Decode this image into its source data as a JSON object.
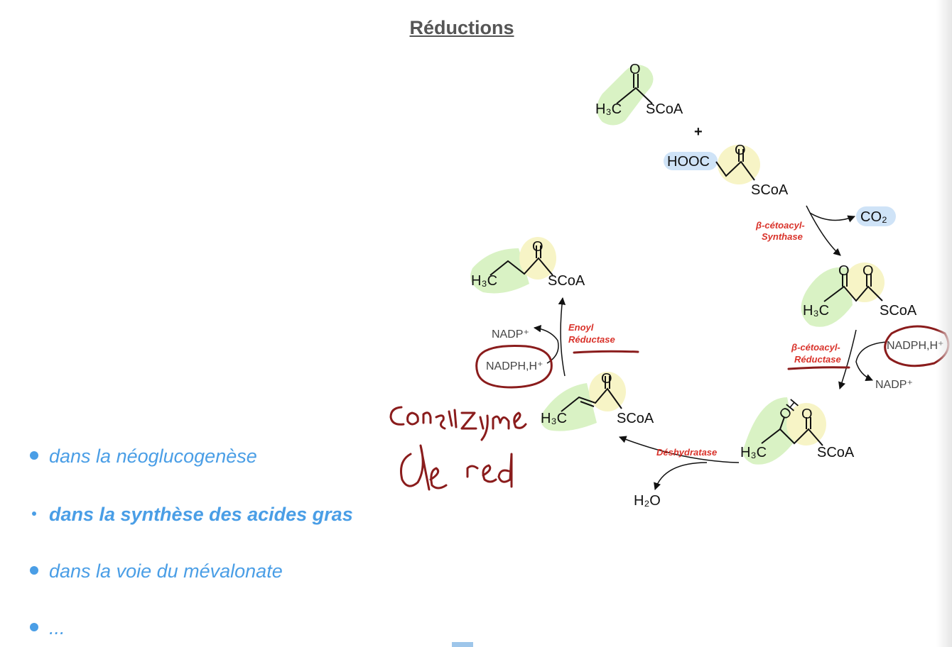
{
  "title": "Réductions",
  "bullets": [
    {
      "text": "dans la néoglucogenèse",
      "bold": false
    },
    {
      "text": "dans la synthèse des acides gras",
      "bold": true
    },
    {
      "text": "dans la voie du mévalonate",
      "bold": false
    },
    {
      "text": "...",
      "bold": false
    }
  ],
  "scheme": {
    "acetyl": {
      "left": "H₃C",
      "right": "SCoA",
      "oxygen": "O"
    },
    "plus": "+",
    "malonyl": {
      "left": "HOOC",
      "right": "SCoA",
      "oxygen": "O"
    },
    "co2": "CO₂",
    "ketoacyl": {
      "left": "H₃C",
      "right": "SCoA",
      "o1": "O",
      "o2": "O"
    },
    "hydroxyacyl": {
      "left": "H₃C",
      "right": "SCoA",
      "oh": "OH",
      "oxygen": "O"
    },
    "enoyl": {
      "left": "H₃C",
      "right": "SCoA",
      "oxygen": "O"
    },
    "butyryl": {
      "left": "H₃C",
      "right": "SCoA",
      "oxygen": "O"
    },
    "water": "H₂O",
    "nadph_right": "NADPH,H⁺",
    "nadp_right": "NADP⁺",
    "nadph_left": "NADPH,H⁺",
    "nadp_left": "NADP⁺",
    "enzymes": {
      "synthase_1": "β-cétoacyl-",
      "synthase_2": "Synthase",
      "ketoreductase_1": "β-cétoacyl-",
      "ketoreductase_2": "Réductase",
      "dehydratase": "Déshydratase",
      "enoyl_1": "Enoyl",
      "enoyl_2": "Réductase"
    }
  },
  "colors": {
    "green_highlight": "#d9f2c4",
    "yellow_highlight": "#f7f4c6",
    "blue_highlight": "#cfe3f7",
    "enzyme_red": "#d9322a",
    "bullet_blue": "#4a9ee6",
    "handwriting": "#8a1c1c"
  }
}
